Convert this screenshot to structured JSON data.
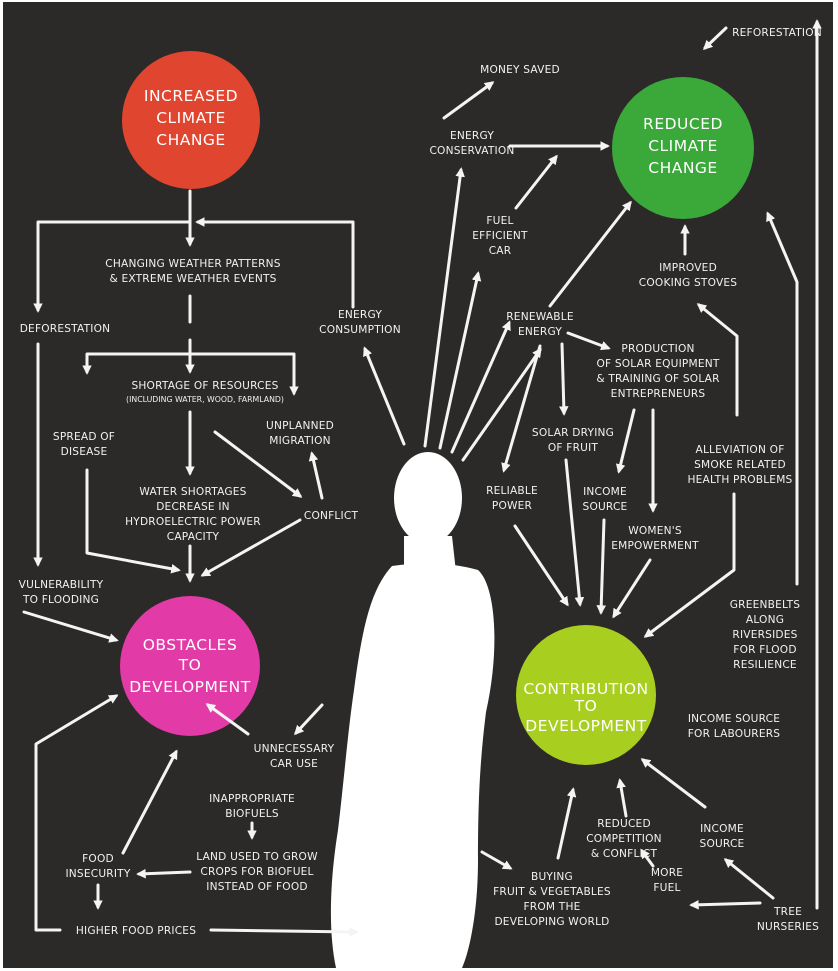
{
  "colors": {
    "background": "#2b2a28",
    "increased": "#e0452f",
    "reduced": "#3aa93a",
    "obstacles": "#e23aa6",
    "contribution": "#a8cf1f",
    "text": "#f2f2f2"
  },
  "circles": {
    "increased": [
      "INCREASED",
      "CLIMATE",
      "CHANGE"
    ],
    "reduced": [
      "REDUCED",
      "CLIMATE",
      "CHANGE"
    ],
    "obstacles": [
      "OBSTACLES",
      "TO",
      "DEVELOPMENT"
    ],
    "contribution": [
      "CONTRIBUTION",
      "TO",
      "DEVELOPMENT"
    ]
  },
  "labels": {
    "reforestation": [
      "REFORESTATION"
    ],
    "money_saved": [
      "MONEY SAVED"
    ],
    "energy_conservation": [
      "ENERGY",
      "CONSERVATION"
    ],
    "fuel_efficient_car": [
      "FUEL",
      "EFFICIENT",
      "CAR"
    ],
    "weather": [
      "CHANGING WEATHER PATTERNS",
      "& EXTREME WEATHER EVENTS"
    ],
    "deforestation": [
      "DEFORESTATION"
    ],
    "energy_consumption": [
      "ENERGY",
      "CONSUMPTION"
    ],
    "renewable_energy": [
      "RENEWABLE",
      "ENERGY"
    ],
    "improved_stoves": [
      "IMPROVED",
      "COOKING STOVES"
    ],
    "shortage": [
      "SHORTAGE OF RESOURCES"
    ],
    "shortage_note": "(INCLUDING WATER, WOOD, FARMLAND)",
    "solar_production": [
      "PRODUCTION",
      "OF SOLAR EQUIPMENT",
      "& TRAINING OF SOLAR",
      "ENTREPRENEURS"
    ],
    "unplanned_migration": [
      "UNPLANNED",
      "MIGRATION"
    ],
    "spread_of_disease": [
      "SPREAD OF",
      "DISEASE"
    ],
    "solar_drying": [
      "SOLAR DRYING",
      "OF FRUIT"
    ],
    "alleviation": [
      "ALLEVIATION OF",
      "SMOKE RELATED",
      "HEALTH PROBLEMS"
    ],
    "water_shortages": [
      "WATER SHORTAGES",
      "DECREASE IN",
      "HYDROELECTRIC POWER",
      "CAPACITY"
    ],
    "conflict": [
      "CONFLICT"
    ],
    "reliable_power": [
      "RELIABLE",
      "POWER"
    ],
    "income_source_1": [
      "INCOME",
      "SOURCE"
    ],
    "womens_empowerment": [
      "WOMEN'S",
      "EMPOWERMENT"
    ],
    "vulnerability": [
      "VULNERABILITY",
      "TO FLOODING"
    ],
    "greenbelts": [
      "GREENBELTS",
      "ALONG",
      "RIVERSIDES",
      "FOR FLOOD",
      "RESILIENCE"
    ],
    "income_labourers": [
      "INCOME SOURCE",
      "FOR LABOURERS"
    ],
    "unnecessary_car": [
      "UNNECESSARY",
      "CAR USE"
    ],
    "inappropriate_biofuels": [
      "INAPPROPRIATE",
      "BIOFUELS"
    ],
    "land_used": [
      "LAND USED TO GROW",
      "CROPS FOR BIOFUEL",
      "INSTEAD OF FOOD"
    ],
    "food_insecurity": [
      "FOOD",
      "INSECURITY"
    ],
    "higher_food_prices": [
      "HIGHER FOOD PRICES"
    ],
    "reduced_competition": [
      "REDUCED",
      "COMPETITION",
      "& CONFLICT"
    ],
    "income_source_2": [
      "INCOME",
      "SOURCE"
    ],
    "buying_fruit": [
      "BUYING",
      "FRUIT & VEGETABLES",
      "FROM THE",
      "DEVELOPING WORLD"
    ],
    "more_fuel": [
      "MORE",
      "FUEL"
    ],
    "tree_nurseries": [
      "TREE",
      "NURSERIES"
    ]
  }
}
